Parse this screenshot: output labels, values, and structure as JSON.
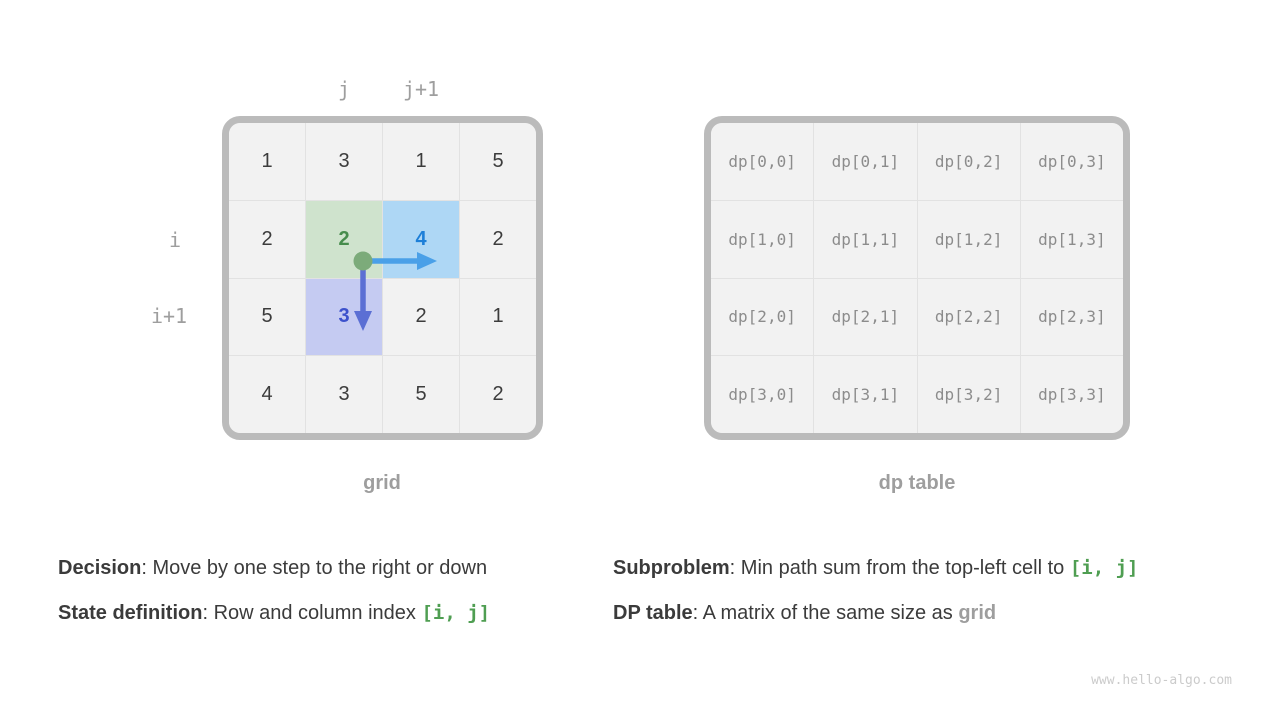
{
  "page": {
    "watermark": "www.hello-algo.com"
  },
  "grid_panel": {
    "caption": "grid",
    "col_labels": [
      "j",
      "j+1"
    ],
    "row_labels": [
      "i",
      "i+1"
    ],
    "rows": [
      [
        "1",
        "3",
        "1",
        "5"
      ],
      [
        "2",
        "2",
        "4",
        "2"
      ],
      [
        "5",
        "3",
        "2",
        "1"
      ],
      [
        "4",
        "3",
        "5",
        "2"
      ]
    ],
    "highlights": {
      "1,1": "green",
      "1,2": "blue",
      "2,1": "purple"
    }
  },
  "dp_panel": {
    "caption": "dp table",
    "rows": [
      [
        "dp[0,0]",
        "dp[0,1]",
        "dp[0,2]",
        "dp[0,3]"
      ],
      [
        "dp[1,0]",
        "dp[1,1]",
        "dp[1,2]",
        "dp[1,3]"
      ],
      [
        "dp[2,0]",
        "dp[2,1]",
        "dp[2,2]",
        "dp[2,3]"
      ],
      [
        "dp[3,0]",
        "dp[3,1]",
        "dp[3,2]",
        "dp[3,3]"
      ]
    ]
  },
  "notes": {
    "left": [
      {
        "label": "Decision",
        "text": ": Move by one step to the right or down",
        "code": ""
      },
      {
        "label": "State definition",
        "text": ": Row and column index ",
        "code": "[i, j]"
      }
    ],
    "right": [
      {
        "label": "Subproblem",
        "text": ": Min path sum from the top-left cell to ",
        "code": "[i, j]"
      },
      {
        "label": "DP table",
        "text": ": A matrix of the same size as ",
        "ref": "grid"
      }
    ]
  },
  "colors": {
    "page_bg": "#ffffff",
    "cell_bg": "#f2f2f2",
    "gridline": "#e2e2e2",
    "frame_border": "#bbbbbb",
    "number_text": "#3c3c3c",
    "gray_label": "#9e9e9e",
    "dp_text": "#8c8c8c",
    "note_text": "#3b3b3b",
    "green_bg": "#cfe3cd",
    "green_text": "#468c4c",
    "blue_bg": "#aed7f5",
    "blue_text": "#1d7fd8",
    "purple_bg": "#c5cbf2",
    "purple_text": "#3c51cc",
    "dot_green": "#7cab7a",
    "arrow_right": "#4aa0e8",
    "arrow_down": "#5b6fd4",
    "code_green": "#4f9e52",
    "watermark": "#cbcbcb"
  }
}
